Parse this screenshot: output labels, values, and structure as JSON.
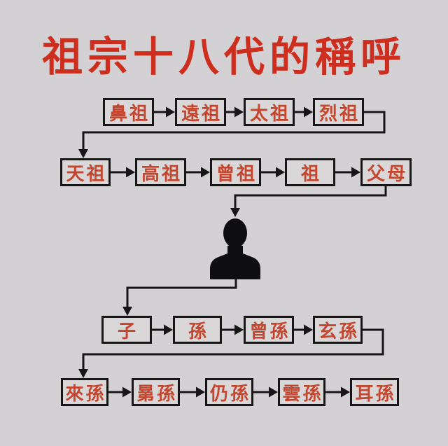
{
  "title": "祖宗十八代的稱呼",
  "rows": {
    "ancestors_far": [
      "鼻祖",
      "遠祖",
      "太祖",
      "烈祖"
    ],
    "ancestors_near": [
      "天祖",
      "高祖",
      "曾祖",
      "祖",
      "父母"
    ],
    "descendants_near": [
      "子",
      "孫",
      "曾孫",
      "玄孫"
    ],
    "descendants_far": [
      "來孫",
      "晜孫",
      "仍孫",
      "雲孫",
      "耳孫"
    ]
  },
  "icons": {
    "self": "person-silhouette"
  },
  "colors": {
    "background": "#d3d1d4",
    "box_fill": "#d9d7d8",
    "box_border": "#161616",
    "box_text": "#c5462e",
    "title_text": "#ce2e1e",
    "connector": "#161616",
    "silhouette": "#0e0d0f"
  }
}
